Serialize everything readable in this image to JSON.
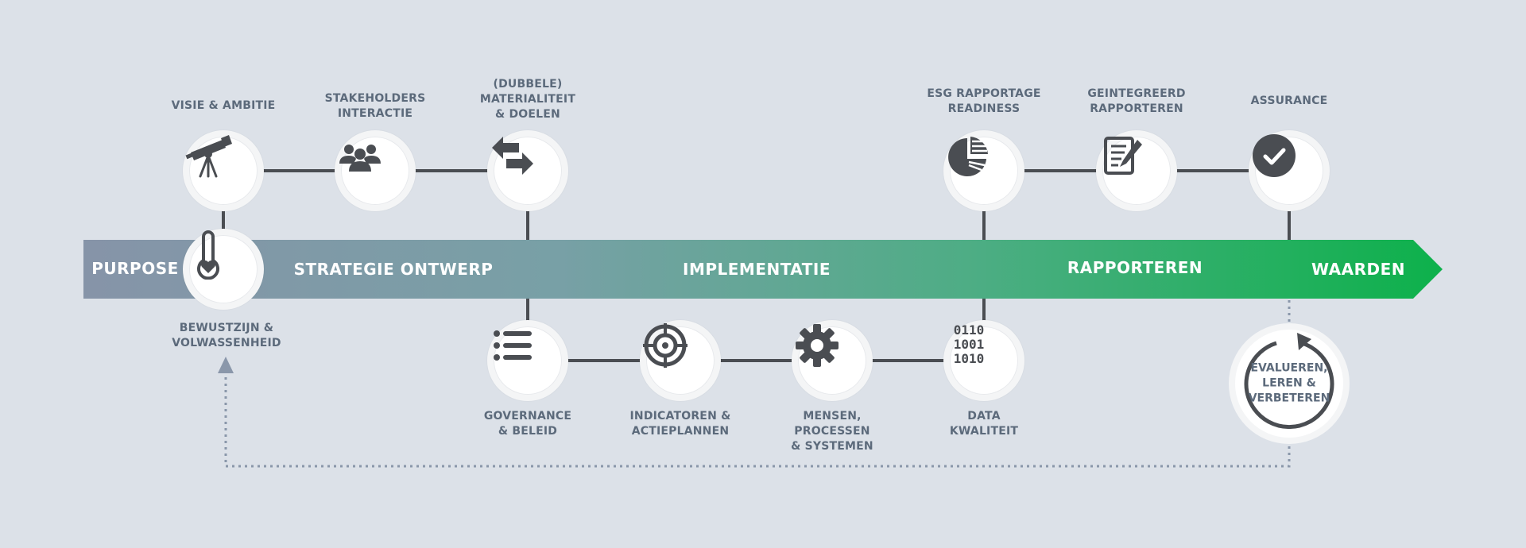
{
  "band": {
    "colors": {
      "start": "#8694a8",
      "end": "#0db14b"
    },
    "labels": {
      "purpose": "PURPOSE",
      "strategie": "STRATEGIE ONTWERP",
      "implementatie": "IMPLEMENTATIE",
      "rapporteren": "RAPPORTEREN",
      "waarden": "WAARDEN"
    }
  },
  "nodes": {
    "visie": {
      "label": "VISIE & AMBITIE",
      "icon": "telescope-icon"
    },
    "stakeholders": {
      "label": "STAKEHOLDERS\nINTERACTIE",
      "icon": "people-group-icon"
    },
    "materialiteit": {
      "label": "(DUBBELE)\nMATERIALITEIT\n& DOELEN",
      "icon": "exchange-arrows-icon"
    },
    "bewustzijn": {
      "label": "BEWUSTZIJN &\nVOLWASSENHEID",
      "icon": "thermometer-heart-icon"
    },
    "governance": {
      "label": "GOVERNANCE\n& BELEID",
      "icon": "list-icon"
    },
    "indicatoren": {
      "label": "INDICATOREN &\nACTIEPLANNEN",
      "icon": "target-icon"
    },
    "mensen": {
      "label": "MENSEN, PROCESSEN\n& SYSTEMEN",
      "icon": "gear-icon"
    },
    "data": {
      "label": "DATA\nKWALITEIT",
      "icon": "binary-code-icon",
      "binary": [
        "0110",
        "1001",
        "1010"
      ]
    },
    "esg": {
      "label": "ESG RAPPORTAGE\nREADINESS",
      "icon": "pie-chart-icon"
    },
    "geintegreerd": {
      "label": "GEINTEGREERD\nRAPPORTEREN",
      "icon": "document-pen-icon"
    },
    "assurance": {
      "label": "ASSURANCE",
      "icon": "check-circle-icon"
    }
  },
  "loop": {
    "label": "EVALUEREN,\nLEREN &\nVERBETEREN",
    "icon": "circular-arrow-icon"
  },
  "colors": {
    "connector": "#4a4d52",
    "icon": "#4a4d52",
    "text": "#5c6a7b",
    "feedback": "#8a97aa"
  }
}
